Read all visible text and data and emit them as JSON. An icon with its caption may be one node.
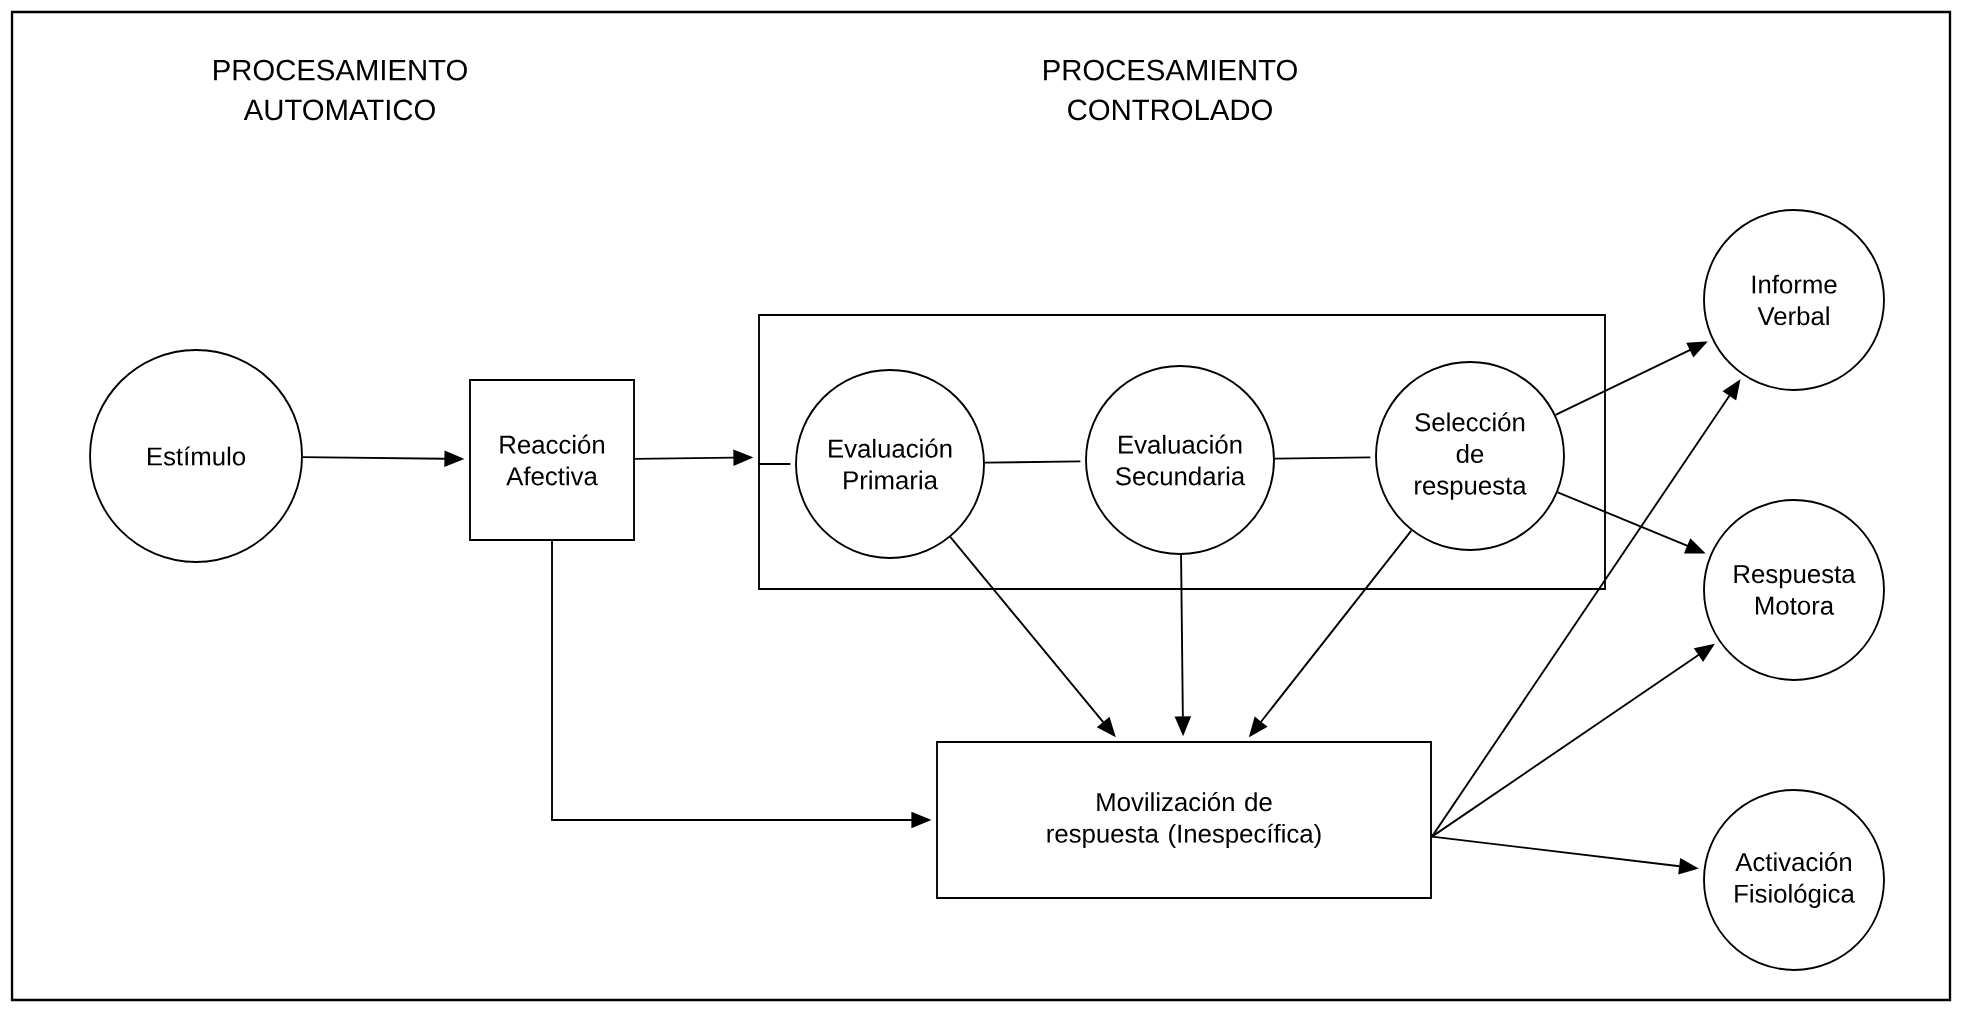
{
  "diagram": {
    "nodes": [
      {
        "text": [
          "Estímulo"
        ]
      },
      {
        "text": [
          "Reacción Afectiva"
        ]
      },
      {
        "text": [],
        "shape": "box"
      },
      {
        "text": [
          "Evaluación Primaria"
        ],
        "in": 2
      },
      {
        "text": [
          "Evaluación Secundaria"
        ],
        "in": 2
      },
      {
        "text": [
          "Selección de respuesta"
        ],
        "in": 2
      },
      {
        "text": [
          "Movilización de respuesta (Inespecífica)"
        ]
      },
      {
        "text": [
          "Informe Verbal"
        ]
      },
      {
        "text": [
          "Respuesta Motora"
        ]
      },
      {
        "text": [
          "Activación Fisiológica"
        ]
      }
    ],
    "edges": [
      {
        "from": 0,
        "to": 1,
        "arrow": "to"
      },
      {
        "from": 1,
        "to": 2,
        "arrow": "to"
      },
      {
        "from": 2,
        "to": 3,
        "arrow": "none"
      },
      {
        "from": 3,
        "to": 4,
        "arrow": "none"
      },
      {
        "from": 4,
        "to": 5,
        "arrow": "none"
      },
      {
        "from": 3,
        "to": 6,
        "arrow": "to"
      },
      {
        "from": 4,
        "to": 6,
        "arrow": "to"
      },
      {
        "from": 5,
        "to": 6,
        "arrow": "to"
      },
      {
        "from": 1,
        "to": 6,
        "arrow": "to"
      },
      {
        "from": 5,
        "to": 7,
        "arrow": "to"
      },
      {
        "from": 5,
        "to": 8,
        "arrow": "to"
      },
      {
        "from": 6,
        "to": 7,
        "arrow": "to"
      },
      {
        "from": 6,
        "to": 8,
        "arrow": "to"
      },
      {
        "from": 6,
        "to": 9,
        "arrow": "to"
      }
    ],
    "labels": [
      "PROCESAMIENTO AUTOMATICO",
      "PROCESAMIENTO CONTROLADO"
    ]
  }
}
